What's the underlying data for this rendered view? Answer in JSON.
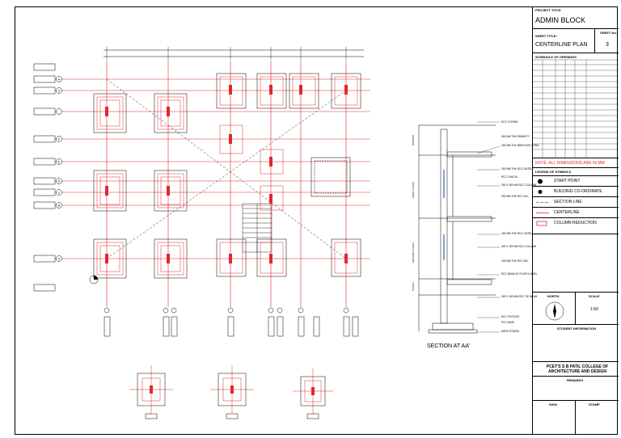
{
  "title_block": {
    "project_title_label": "PROJECT TITLE:",
    "project_title": "ADMIN BLOCK",
    "sheet_title_label": "SHEET TITLE:",
    "sheet_title": "CENTERLINE PLAN",
    "sheet_no_label": "SHEET No.",
    "sheet_no": "3",
    "schedule_label": "SCHEDULE OF OPENINGS",
    "note": "NOTE: ALL DIMENSIONS ARE IN MM",
    "legend_label": "LEGEND OF SYMBOLS",
    "legend_items": [
      "START POINT",
      "BUILDING CO-ORDINATE",
      "SECTION LINE",
      "CENTERLINE",
      "COLUMN REDUCTION"
    ],
    "north_label": "NORTH",
    "scale_label": "SCALE",
    "scale_value": "1:50",
    "student_info_label": "STUDENT INFORMATION",
    "college": "PCET'S S B PATIL COLLEGE OF ARCHITECTURE AND DESIGN",
    "remarks_label": "REMARKS",
    "sign_label": "SIGN",
    "stamp_label": "STAMP"
  },
  "drawing": {
    "section_label": "SECTION AT AA'",
    "grid_rows": [
      "H",
      "G",
      "F",
      "E",
      "D",
      "C",
      "B",
      "A"
    ],
    "section_annotations": [
      "RCC COPING",
      "150 MM THK PARAPET",
      "150 MM THK BRICK BAT CORA",
      "150 MM THK RCC LINTEL",
      "RCC CHAJJA",
      "300 X 450 MM RCC COLUMN",
      "200 MM THK RCC SILL",
      "150 MM THK RCC LINTEL",
      "300 X 450 MM RCC COLUMN",
      "200 MM THK RCC SILL",
      "RCC BEAM AT PLINTH LEVEL",
      "300 X 450 MM RCC TIE BEAM",
      "RCC FOOTING",
      "PCC BASE",
      "HARD STRATA"
    ],
    "section_levels": [
      "PARAPET",
      "FIRST FLOOR",
      "GROUND FLOOR",
      "PLINTH"
    ]
  }
}
